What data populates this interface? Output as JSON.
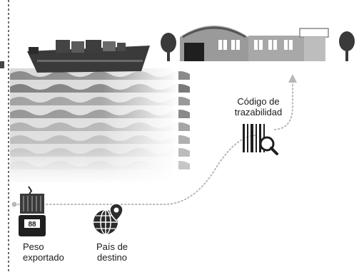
{
  "labels": {
    "trazabilidad_line1": "Código de",
    "trazabilidad_line2": "trazabilidad",
    "peso_line1": "Peso",
    "peso_line2": "exportado",
    "pais_line1": "País de",
    "pais_line2": "destino",
    "scale_display": "88"
  },
  "icons": [
    "ship-icon",
    "factory-icon",
    "tree-icon",
    "barcode-search-icon",
    "scale-container-icon",
    "globe-pin-icon"
  ],
  "colors": {
    "dark": "#2b2b2b",
    "mid": "#6b6b6b",
    "light": "#bdbdbd",
    "route": "#b8b8b8"
  }
}
